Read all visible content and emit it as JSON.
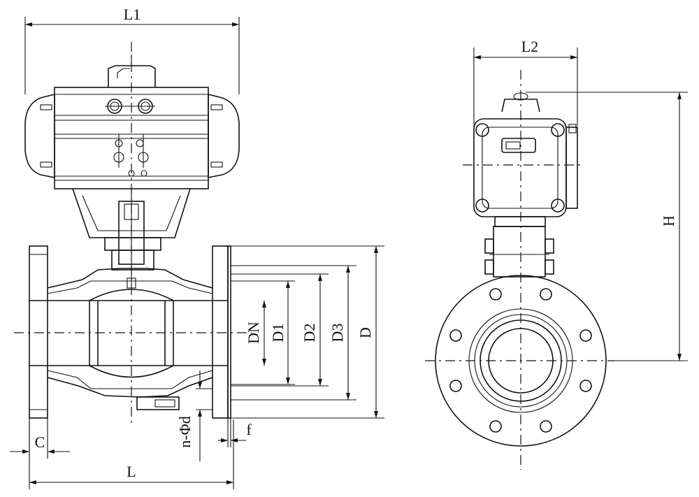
{
  "diagram": {
    "dimension_labels": {
      "L1": "L1",
      "L2": "L2",
      "H": "H",
      "DN": "DN",
      "D1": "D1",
      "D2": "D2",
      "D3": "D3",
      "D": "D",
      "L": "L",
      "C": "C",
      "f": "f",
      "n_phi_d": "n-Φd"
    },
    "colors": {
      "line": "#111111",
      "background": "#ffffff"
    }
  }
}
